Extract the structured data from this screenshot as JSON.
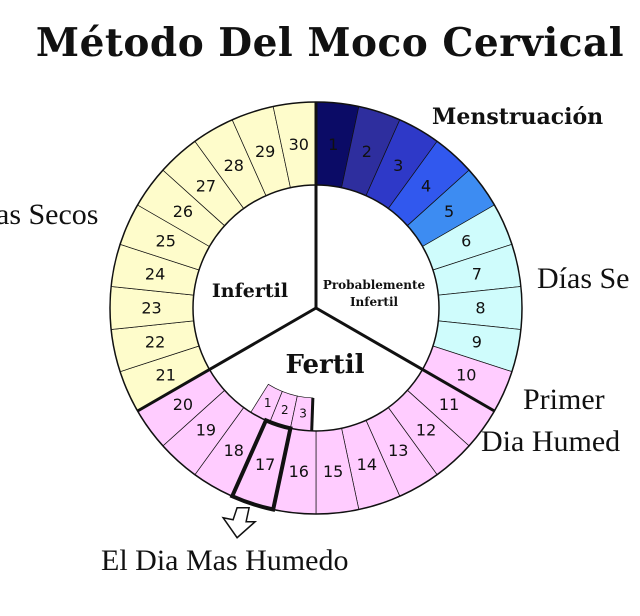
{
  "title": "Método Del Moco Cervical",
  "labels": {
    "menstruacion": "Menstruación",
    "dias_secos_left": "as Secos",
    "dias_secos_right": "Días Se",
    "primer_line1": "Primer",
    "primer_line2": "Dia Humed",
    "mas_humedo": "El Dia Mas Humedo"
  },
  "zones": {
    "infertil": "Infertil",
    "probablemente_line1": "Probablemente",
    "probablemente_line2": "Infertil",
    "fertil": "Fertil"
  },
  "cycle": {
    "days": [
      "1",
      "2",
      "3",
      "4",
      "5",
      "6",
      "7",
      "8",
      "9",
      "10",
      "11",
      "12",
      "13",
      "14",
      "15",
      "16",
      "17",
      "18",
      "19",
      "20",
      "21",
      "22",
      "23",
      "24",
      "25",
      "26",
      "27",
      "28",
      "29",
      "30"
    ],
    "fertile_inner_days": [
      "1",
      "2",
      "3"
    ],
    "highlight_day": "17"
  },
  "colors": {
    "menstruation": [
      "#0b0b66",
      "#2e2e9e",
      "#2e39c8",
      "#3158ee",
      "#3d8cf2"
    ],
    "dry": "#cffcfc",
    "wet": "#ffccff",
    "infertile": "#fefccb"
  }
}
